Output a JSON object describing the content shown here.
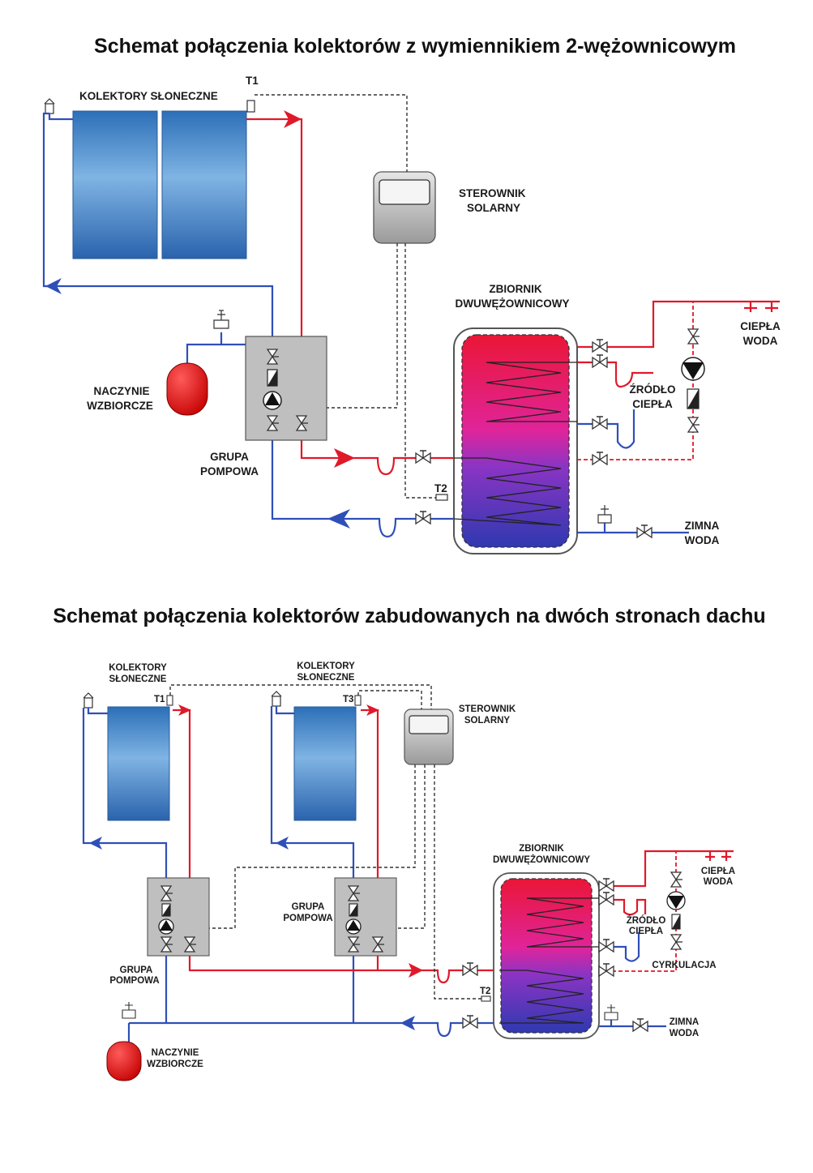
{
  "diagram1": {
    "title": "Schemat połączenia kolektorów z wymiennikiem 2-wężownicowym",
    "collectors_label": "KOLEKTORY SŁONECZNE",
    "sensor_t1": "T1",
    "sensor_t2": "T2",
    "controller_label": [
      "STEROWNIK",
      "SOLARNY"
    ],
    "tank_label": [
      "ZBIORNIK",
      "DWUWĘŻOWNICOWY"
    ],
    "hot_water_label": [
      "CIEPŁA",
      "WODA"
    ],
    "heat_source_label": [
      "ŹRÓDŁO",
      "CIEPŁA"
    ],
    "expansion_label": [
      "NACZYNIE",
      "WZBIORCZE"
    ],
    "pump_group_label": [
      "GRUPA",
      "POMPOWA"
    ],
    "cold_water_label": [
      "ZIMNA",
      "WODA"
    ]
  },
  "diagram2": {
    "title": "Schemat połączenia kolektorów zabudowanych na dwóch stronach dachu",
    "collectors_label_left": [
      "KOLEKTORY",
      "SŁONECZNE"
    ],
    "collectors_label_right": [
      "KOLEKTORY",
      "SŁONECZNE"
    ],
    "sensor_t1": "T1",
    "sensor_t3": "T3",
    "sensor_t2": "T2",
    "controller_label": [
      "STEROWNIK",
      "SOLARNY"
    ],
    "tank_label": [
      "ZBIORNIK",
      "DWUWĘŻOWNICOWY"
    ],
    "hot_water_label": [
      "CIEPŁA",
      "WODA"
    ],
    "heat_source_label": [
      "ŹRÓDŁO",
      "CIEPŁA"
    ],
    "circulation_label": "CYRKULACJA",
    "pump_group_label_left": [
      "GRUPA",
      "POMPOWA"
    ],
    "pump_group_label_mid": [
      "GRUPA",
      "POMPOWA"
    ],
    "expansion_label": [
      "NACZYNIE",
      "WZBIORCZE"
    ],
    "cold_water_label": [
      "ZIMNA",
      "WODA"
    ]
  },
  "colors": {
    "supply_hot": "#e0192a",
    "return_cold": "#2f4fb8",
    "collector": "#3f84c8",
    "pump_group_box": "#bfbfbf",
    "tank_top": "#e8173a",
    "tank_bottom": "#3b3fb5"
  }
}
